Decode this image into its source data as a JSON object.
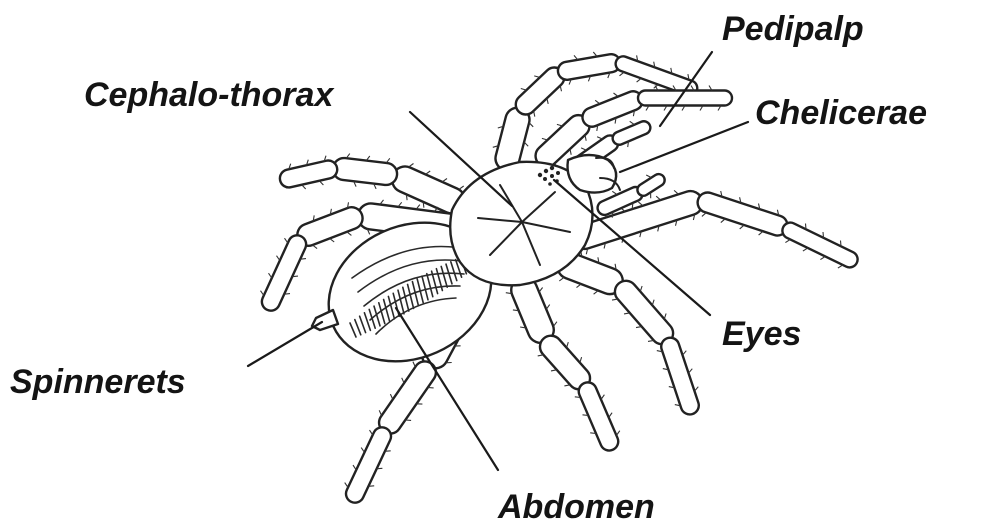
{
  "labels": {
    "pedipalp": "Pedipalp",
    "chelicerae": "Chelicerae",
    "cephalothorax": "Cephalo-thorax",
    "eyes": "Eyes",
    "spinnerets": "Spinnerets",
    "abdomen": "Abdomen"
  }
}
